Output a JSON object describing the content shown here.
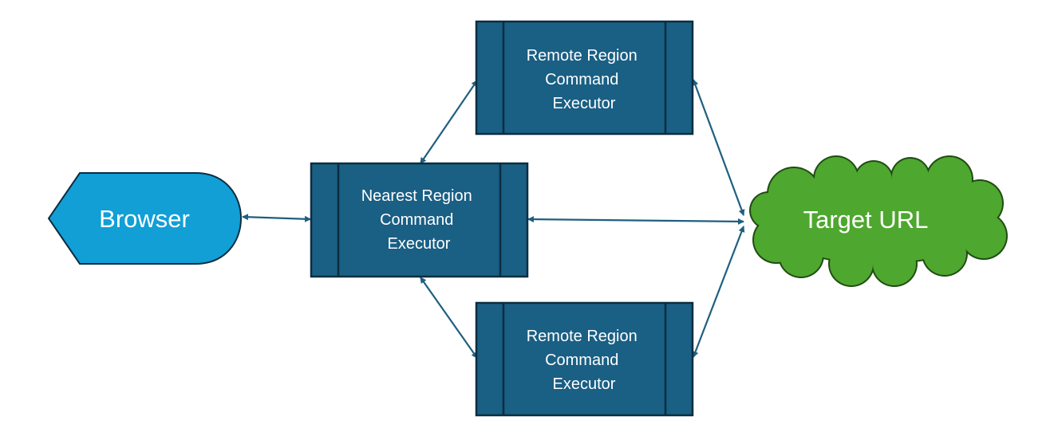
{
  "colors": {
    "browser_fill": "#119fd6",
    "executor_fill": "#1a5f84",
    "executor_border": "#0b2d40",
    "cloud_fill": "#4ea72e",
    "cloud_border": "#1f4c13",
    "connector": "#1f5f80",
    "text": "#ffffff"
  },
  "nodes": {
    "browser": {
      "label": "Browser",
      "shape": "display"
    },
    "nearest_executor": {
      "lines": [
        "Nearest Region",
        "Command",
        "Executor"
      ],
      "shape": "predefined-process"
    },
    "remote_executor_top": {
      "lines": [
        "Remote Region",
        "Command",
        "Executor"
      ],
      "shape": "predefined-process"
    },
    "remote_executor_bottom": {
      "lines": [
        "Remote Region",
        "Command",
        "Executor"
      ],
      "shape": "predefined-process"
    },
    "target": {
      "label": "Target URL",
      "shape": "cloud"
    }
  },
  "connectors": [
    {
      "from": "browser",
      "to": "nearest_executor",
      "arrows": "both"
    },
    {
      "from": "nearest_executor",
      "to": "target",
      "arrows": "both"
    },
    {
      "from": "nearest_executor",
      "to": "remote_executor_top",
      "arrows": "both"
    },
    {
      "from": "nearest_executor",
      "to": "remote_executor_bottom",
      "arrows": "both"
    },
    {
      "from": "remote_executor_top",
      "to": "target",
      "arrows": "both"
    },
    {
      "from": "remote_executor_bottom",
      "to": "target",
      "arrows": "both"
    }
  ]
}
